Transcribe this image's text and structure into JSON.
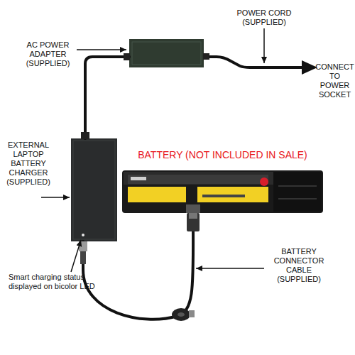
{
  "diagram": {
    "nodes": [
      {
        "text": [
          "AC POWER ADAPTER (SUPPLIED)"
        ]
      },
      {
        "text": [
          "EXTERNAL LAPTOP BATTERY CHARGER (SUPPLIED)"
        ]
      },
      {
        "text": [
          "BATTERY (NOT INCLUDED IN SALE)"
        ]
      }
    ],
    "edges": [
      {
        "from": 0,
        "to": 1,
        "arrow": "none"
      },
      {
        "from": 1,
        "to": 2,
        "arrow": "none"
      }
    ],
    "labels": [
      "POWER CORD (SUPPLIED)",
      "CONNECT TO POWER SOCKET",
      "Smart charging status displayed on bicolor LED",
      "BATTERY CONNECTOR CABLE (SUPPLIED)"
    ]
  }
}
